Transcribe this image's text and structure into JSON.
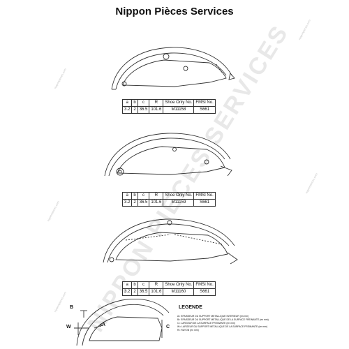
{
  "header": {
    "title": "Nippon Pièces Services"
  },
  "spec_tables": [
    {
      "headers": [
        "a",
        "b",
        "c",
        "R",
        "Shoe Only No.",
        "FMSI No."
      ],
      "values": [
        "3.2",
        "2",
        "36.5",
        "101.6",
        "M11158",
        "S661"
      ]
    },
    {
      "headers": [
        "a",
        "b",
        "c",
        "R",
        "Shoe Only No.",
        "FMSI No."
      ],
      "values": [
        "3.2",
        "2",
        "36.5",
        "101.6",
        "M11159",
        "S661"
      ]
    },
    {
      "headers": [
        "a",
        "b",
        "c",
        "R",
        "Shoe Only No.",
        "FMSI No."
      ],
      "values": [
        "3.2",
        "2",
        "36.5",
        "101.6",
        "M11160",
        "S661"
      ]
    }
  ],
  "diagram": {
    "labels": {
      "a": "A",
      "b": "B",
      "c": "C",
      "w": "W"
    }
  },
  "legend": {
    "title": "LEGENDE",
    "items": [
      "A= EPAISSEUR DU SUPPORT METALLIQUE INTERIEUR (en mm)",
      "B= EPAISSEUR DU SUPPORT METALLIQUE DE LA SURFACE FREINANTE (en mm)",
      "C= LARGEUR DE LA SURFACE FREINANTE (en mm)",
      "W= LARGEUR DU SUPPORT METALLIQUE DE LA SURFACE FREINANTE (en mm)",
      "R= RAYON (en mm)"
    ]
  },
  "watermark": {
    "text": "NIPPON PIECES SERVICES",
    "small_text": "nipponpieces.com"
  },
  "colors": {
    "line": "#333333",
    "watermark": "#969696"
  }
}
